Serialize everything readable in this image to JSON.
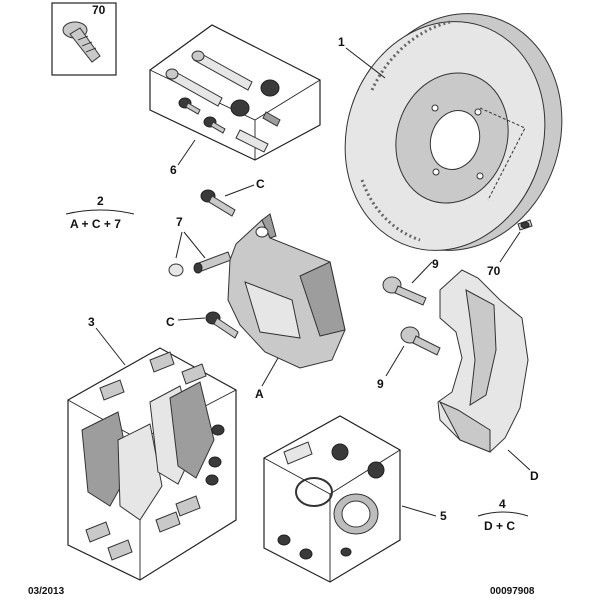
{
  "callouts": {
    "disc": "1",
    "pad_kit_group": "2",
    "pad_kit_group_formula": "A + C + 7",
    "pads_box": "3",
    "caliper_group": "4",
    "caliper_group_formula": "D + C",
    "seal_kit_box": "5",
    "pin_kit_box": "6",
    "bleed_screw": "7",
    "guide_bolt_top": "9",
    "guide_bolt_bottom": "9",
    "disc_screw": "70",
    "screw_inset": "70",
    "caliper": "A",
    "bracket": "D",
    "bolt_top": "C",
    "bolt_mid": "C"
  },
  "footer": {
    "date": "03/2013",
    "ref": "00097908"
  }
}
